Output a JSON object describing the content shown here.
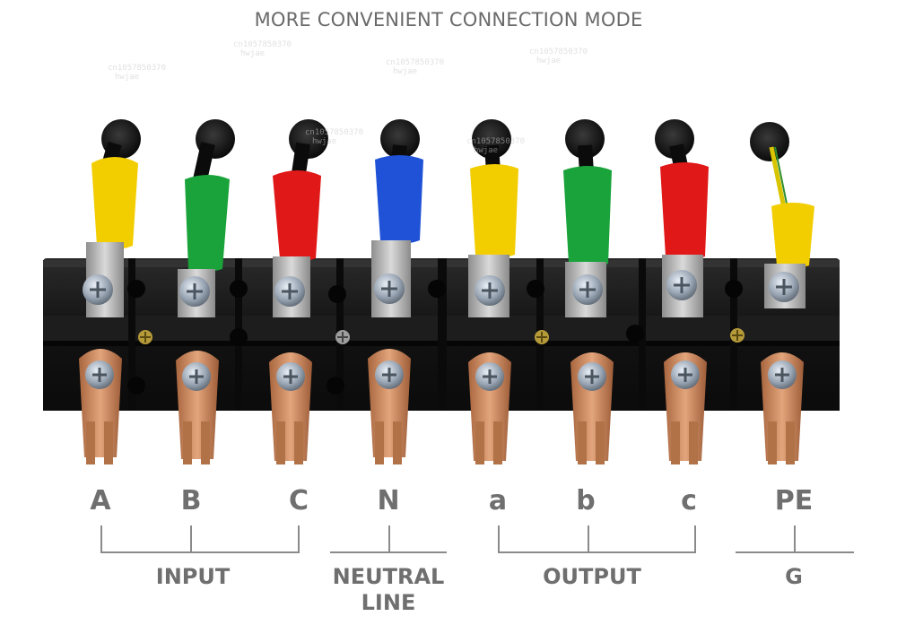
{
  "title": "MORE CONVENIENT CONNECTION MODE",
  "terminals": [
    {
      "label": "A",
      "sleeve_color": "#f2cd00"
    },
    {
      "label": "B",
      "sleeve_color": "#19a33a"
    },
    {
      "label": "C",
      "sleeve_color": "#e01818"
    },
    {
      "label": "N",
      "sleeve_color": "#1f52d6"
    },
    {
      "label": "a",
      "sleeve_color": "#f2cd00"
    },
    {
      "label": "b",
      "sleeve_color": "#19a33a"
    },
    {
      "label": "c",
      "sleeve_color": "#e01818"
    },
    {
      "label": "PE",
      "sleeve_color": "#f2cd00"
    }
  ],
  "groups": {
    "input": "INPUT",
    "neutral_line_1": "NEUTRAL",
    "neutral_line_2": "LINE",
    "output": "OUTPUT",
    "ground": "G"
  },
  "watermark": {
    "line1": "cn1057850370",
    "line2": "hwjae"
  },
  "colors": {
    "copper": "#c98a5e",
    "block": "#171717",
    "label": "#6f6f6f"
  }
}
